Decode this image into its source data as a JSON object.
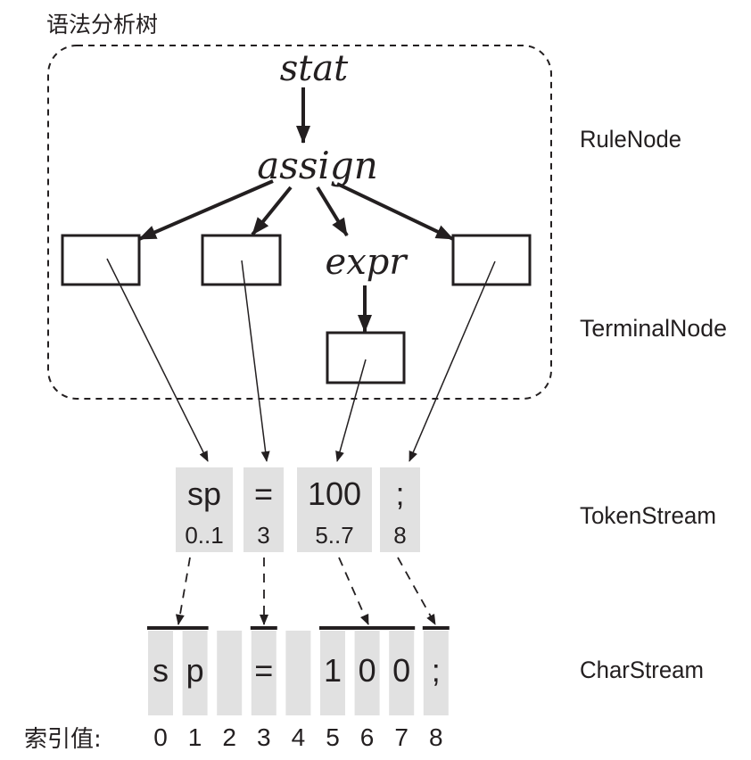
{
  "title": "语法分析树",
  "parse_tree": {
    "root": "stat",
    "child": "assign",
    "subrule": "expr"
  },
  "layer_labels": {
    "rule_node": "RuleNode",
    "terminal_node": "TerminalNode",
    "token_stream": "TokenStream",
    "char_stream": "CharStream"
  },
  "tokens": [
    {
      "text": "sp",
      "range": "0..1"
    },
    {
      "text": "=",
      "range": "3"
    },
    {
      "text": "100",
      "range": "5..7"
    },
    {
      "text": ";",
      "range": "8"
    }
  ],
  "chars": [
    "s",
    "p",
    "",
    "=",
    "",
    "1",
    "0",
    "0",
    ";"
  ],
  "index_label": "索引值:",
  "indices": [
    "0",
    "1",
    "2",
    "3",
    "4",
    "5",
    "6",
    "7",
    "8"
  ],
  "colors": {
    "ink": "#231f20",
    "cell_fill": "#e1e1e1"
  }
}
